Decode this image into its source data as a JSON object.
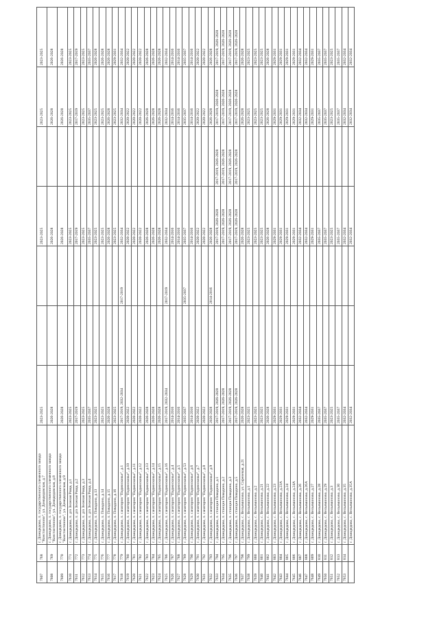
{
  "table": {
    "rows": [
      [
        "7607",
        "768",
        "г. Домодедово, п. государственного племенного завода \"Константиново\", ул. Домодедовская, д.7",
        "2023-2025",
        "",
        "",
        "2023-2025",
        "",
        "2023-2025",
        "2023-2025"
      ],
      [
        "7608",
        "769",
        "г. Домодедово, п. государственного племенного завода \"Константиново\", ул. Домодедовская, д.8",
        "2026-2028",
        "",
        "",
        "2026-2028",
        "",
        "2026-2028",
        "2026-2028"
      ],
      [
        "7609",
        "770",
        "г. Домодедово, п. государственного племенного завода \"Константиново\", ул. Домодедовская, д.9",
        "2026-2028",
        "",
        "",
        "2026-2028",
        "",
        "2026-2028",
        "2026-2028"
      ],
      [
        "7610",
        "771",
        "г. Домодедово, п. д/о Зеленая Роща, д.1",
        "2023-2025",
        "",
        "",
        "2023-2025",
        "",
        "2023-2025",
        "2023-2025"
      ],
      [
        "7611",
        "772",
        "г. Домодедово, п. д/о Зеленая Роща, д.2",
        "2017-2019",
        "",
        "",
        "2017-2019",
        "",
        "2017-2019",
        "2017-2019"
      ],
      [
        "7612",
        "773",
        "г. Домодедово, п. д/о Зеленая Роща, д.3",
        "2023-2025",
        "",
        "",
        "2023-2025",
        "",
        "2023-2025",
        "2023-2025"
      ],
      [
        "7613",
        "774",
        "г. Домодедово, п. д/о Зеленая Роща, д.4",
        "2035-2037",
        "",
        "",
        "2035-2037",
        "",
        "2035-2037",
        "2035-2037"
      ],
      [
        "7614",
        "775",
        "г. Домодедово, п. Повадино, д.13",
        "2023-2025",
        "",
        "",
        "2023-2025",
        "",
        "2023-2025",
        "2026-2028"
      ],
      [
        "7615",
        "776",
        "г. Домодедово, п. Повадино, д.14",
        "2023-2025",
        "",
        "",
        "2023-2025",
        "",
        "2023-2025",
        "2026-2028"
      ],
      [
        "7616",
        "777",
        "г. Домодедово, п. Повадино, д.15",
        "2026-2028",
        "",
        "",
        "2026-2028",
        "",
        "2026-2028",
        "2026-2028"
      ],
      [
        "7617",
        "778",
        "г. Домодедово, п. Повадино, д.16",
        "2023-2025",
        "",
        "",
        "2023-2025",
        "",
        "2023-2025",
        "2029-2031"
      ],
      [
        "7618",
        "779",
        "г. Домодедово, п. санатория \"Подмосковье\", д.1",
        "2017-2019, 2032-2034",
        "",
        "2017-2019",
        "2032-2034",
        "",
        "2032-2034",
        "2032-2034"
      ],
      [
        "7619",
        "780",
        "г. Домодедово, п. санатория \"Подмосковье\", д.10",
        "2020-2022",
        "",
        "",
        "2020-2022",
        "",
        "2020-2022",
        "2020-2022"
      ],
      [
        "7620",
        "781",
        "г. Домодедово, п. санатория \"Подмосковье\", д.11",
        "2020-2022",
        "",
        "",
        "2020-2022",
        "",
        "2020-2022",
        "2020-2022"
      ],
      [
        "7621",
        "782",
        "г. Домодедово, п. санатория \"Подмосковье\", д.12",
        "2020-2022",
        "",
        "",
        "2020-2022",
        "",
        "2020-2022",
        "2020-2022"
      ],
      [
        "7622",
        "783",
        "г. Домодедово, п. санатория \"Подмосковье\", д.13",
        "2026-2028",
        "",
        "",
        "2026-2028",
        "",
        "2026-2028",
        "2026-2028"
      ],
      [
        "7623",
        "784",
        "г. Домодедово, п. санатория \"Подмосковье\", д.14",
        "2026-2028",
        "",
        "",
        "2026-2028",
        "",
        "2026-2028",
        "2026-2028"
      ],
      [
        "7624",
        "785",
        "г. Домодедово, п. санатория \"Подмосковье\", д.15",
        "2026-2028",
        "",
        "",
        "2026-2028",
        "",
        "2026-2028",
        "2026-2028"
      ],
      [
        "7625",
        "786",
        "г. Домодедово, п. санатория \"Подмосковье\", д.16",
        "2017-2019, 2032-2034",
        "",
        "2017-2019",
        "2032-2034",
        "",
        "2032-2034",
        "2032-2034"
      ],
      [
        "7626",
        "787",
        "г. Домодедово, п. санатория \"Подмосковье\", д.4",
        "2014-2016",
        "",
        "",
        "2014-2016",
        "",
        "2014-2016",
        "2014-2016"
      ],
      [
        "7627",
        "788",
        "г. Домодедово, п. санатория \"Подмосковье\", д.5",
        "2014-2016",
        "",
        "",
        "2014-2016",
        "",
        "2014-2016",
        "2014-2016"
      ],
      [
        "7628",
        "789",
        "г. Домодедово, п. санатория \"Подмосковье\", д.53",
        "2035-2037",
        "",
        "2035-2037",
        "2035-2037",
        "",
        "2035-2037",
        "2035-2037"
      ],
      [
        "7629",
        "790",
        "г. Домодедово, п. санатория \"Подмосковье\", д.6",
        "2014-2016",
        "",
        "",
        "2014-2016",
        "",
        "2014-2016",
        "2014-2016"
      ],
      [
        "7630",
        "791",
        "г. Домодедово, п. санатория \"Подмосковье\", д.7",
        "2020-2022",
        "",
        "",
        "2020-2022",
        "",
        "2020-2022",
        "2020-2022"
      ],
      [
        "7631",
        "792",
        "г. Домодедово, п. санатория \"Подмосковье\", д.8",
        "2020-2022",
        "",
        "",
        "2020-2022",
        "",
        "2020-2022",
        "2020-2022"
      ],
      [
        "7632",
        "793",
        "г. Домодедово, п. санатория \"Подмосковье\", д.9",
        "2026-2028",
        "",
        "2014-2016",
        "2026-2028",
        "",
        "2026-2028",
        "2026-2028"
      ],
      [
        "7633",
        "794",
        "г. Домодедово, п. станции Повадино, д.1",
        "2017-2019, 2026-2028",
        "",
        "",
        "2017-2019, 2026-2028",
        "2017-2019, 2026-2028",
        "2017-2019, 2026-2028",
        "2017-2019, 2026-2028"
      ],
      [
        "7634",
        "795",
        "г. Домодедово, п. станции Повадино, д.2",
        "2017-2019, 2026-2028",
        "",
        "",
        "2017-2019, 2026-2028",
        "2017-2019, 2026-2028",
        "2017-2019, 2026-2028",
        "2017-2019, 2026-2028"
      ],
      [
        "7635",
        "796",
        "г. Домодедово, п. станции Повадино, д.3",
        "2017-2019, 2026-2028",
        "",
        "",
        "2017-2019, 2026-2028",
        "2017-2019, 2026-2028",
        "2017-2019, 2026-2028",
        "2017-2019, 2026-2028"
      ],
      [
        "7636",
        "797",
        "г. Домодедово, п. станции Повадино, д.5",
        "2017-2019, 2026-2028",
        "",
        "",
        "2017-2019, 2026-2028",
        "2017-2019, 2026-2028",
        "2017-2019, 2026-2028",
        "2017-2019, 2026-2028"
      ],
      [
        "7637",
        "798",
        "г. Домодедово, с. Вельяминово, ул. Сиреневая, д.21",
        "2026-2028",
        "",
        "",
        "2026-2028",
        "",
        "2026-2028",
        "2026-2028"
      ],
      [
        "7638",
        "799",
        "г. Домодедово, с. Вельяминово, д.1",
        "2023-2025",
        "",
        "",
        "2023-2025",
        "",
        "2023-2025",
        "2023-2025"
      ],
      [
        "7639",
        "800",
        "г. Домодедово, с. Вельяминово, д.2",
        "2023-2025",
        "",
        "",
        "2023-2025",
        "",
        "2023-2025",
        "2023-2025"
      ],
      [
        "7640",
        "801",
        "г. Домодедово, с. Вельяминово, д.21",
        "2023-2025",
        "",
        "",
        "2023-2025",
        "",
        "2023-2025",
        "2023-2025"
      ],
      [
        "7641",
        "802",
        "г. Домодедово, с. Вельяминово, д.22",
        "2026-2028",
        "",
        "",
        "2026-2028",
        "",
        "2026-2028",
        "2026-2028"
      ],
      [
        "7642",
        "803",
        "г. Домодедово, с. Вельяминово, д.23",
        "2029-2031",
        "",
        "",
        "2029-2031",
        "",
        "2029-2031",
        "2029-2031"
      ],
      [
        "7643",
        "804",
        "г. Домодедово, с. Вельяминово, д.23А",
        "2029-2031",
        "",
        "",
        "2029-2031",
        "",
        "2029-2031",
        "2029-2031"
      ],
      [
        "7644",
        "805",
        "г. Домодедово, с. Вельяминово, д.24",
        "2029-2031",
        "",
        "",
        "2029-2031",
        "",
        "2029-2031",
        "2029-2031"
      ],
      [
        "7645",
        "806",
        "г. Домодедово, с. Вельяминово, д.24А",
        "2029-2031",
        "",
        "",
        "2029-2031",
        "",
        "2029-2031",
        "2029-2031"
      ],
      [
        "7646",
        "807",
        "г. Домодедово, с. Вельяминово, д.26",
        "2032-2034",
        "",
        "",
        "2032-2034",
        "",
        "2032-2034",
        "2032-2034"
      ],
      [
        "7647",
        "808",
        "г. Домодедово, с. Вельяминово, д.26А",
        "2032-2034",
        "",
        "",
        "2032-2034",
        "",
        "2032-2034",
        "2032-2034"
      ],
      [
        "7648",
        "809",
        "г. Домодедово, с. Вельяминово, д.27",
        "2029-2031",
        "",
        "",
        "2029-2031",
        "",
        "2029-2031",
        "2029-2031"
      ],
      [
        "7649",
        "810",
        "г. Домодедово, с. Вельяминово, д.28",
        "2035-2037",
        "",
        "",
        "2035-2037",
        "",
        "2035-2037",
        "2035-2037"
      ],
      [
        "7650",
        "811",
        "г. Домодедово, с. Вельяминово, д.29",
        "2035-2037",
        "",
        "",
        "2035-2037",
        "",
        "2035-2037",
        "2035-2037"
      ],
      [
        "7651",
        "812",
        "г. Домодедово, с. Вельяминово, д.3",
        "2023-2025",
        "",
        "",
        "2023-2025",
        "",
        "2023-2025",
        "2023-2025"
      ],
      [
        "7652",
        "813",
        "г. Домодедово, с. Вельяминово, д.30",
        "2035-2037",
        "",
        "",
        "2035-2037",
        "",
        "2035-2037",
        "2035-2037"
      ],
      [
        "7653",
        "814",
        "г. Домодедово, с. Вельяминово, д.35",
        "2032-2034",
        "",
        "",
        "2032-2034",
        "",
        "2032-2034",
        "2032-2034"
      ],
      [
        "",
        "",
        "г. Домодедово, с. Вельяминово, д.35А",
        "2032-2034",
        "",
        "",
        "2032-2034",
        "",
        "2032-2034",
        "2032-2034"
      ]
    ]
  }
}
